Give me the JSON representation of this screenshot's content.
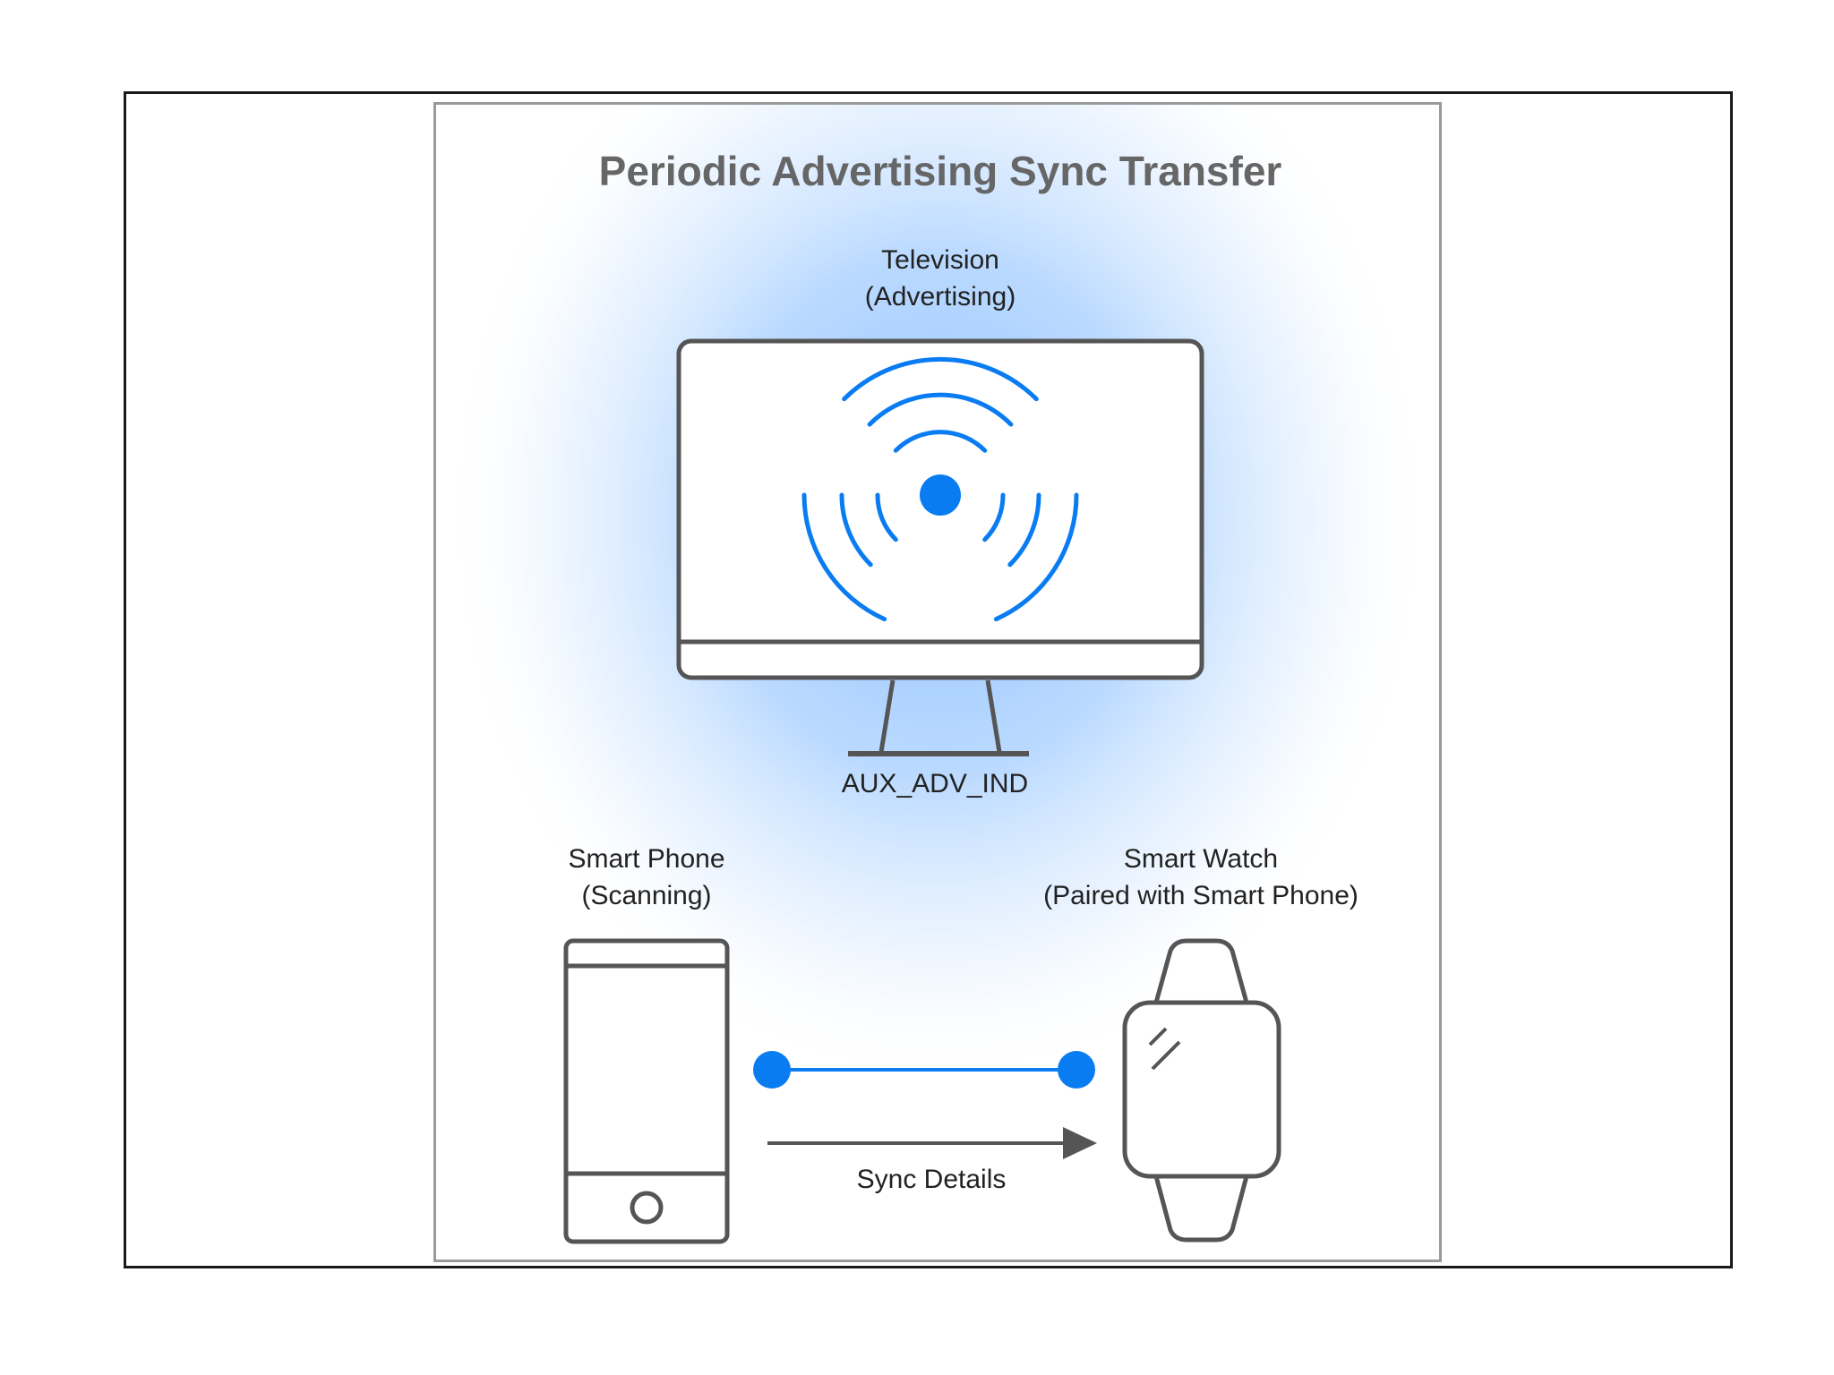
{
  "title": "Periodic Advertising Sync Transfer",
  "television": {
    "name": "Television",
    "role": "(Advertising)"
  },
  "packet_label": "AUX_ADV_IND",
  "phone": {
    "name": "Smart Phone",
    "role": "(Scanning)"
  },
  "watch": {
    "name": "Smart Watch",
    "role": "(Paired with Smart Phone)"
  },
  "link_label": "Sync Details",
  "colors": {
    "accent": "#0a7cf2",
    "stroke": "#555555",
    "title": "#666666",
    "glow": "#8cc0ff"
  },
  "icons": [
    "television-icon",
    "broadcast-signal-icon",
    "smartphone-icon",
    "smartwatch-icon",
    "arrow-right-icon"
  ]
}
